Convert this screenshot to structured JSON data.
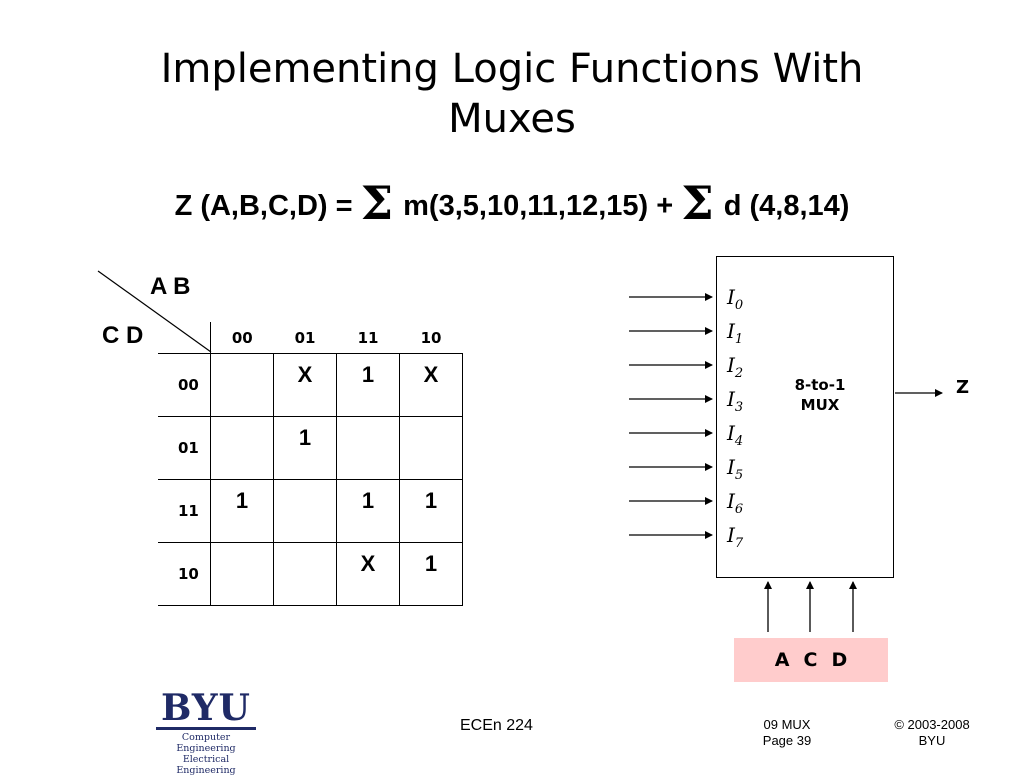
{
  "slide": {
    "title_line1": "Implementing Logic Functions With",
    "title_line2": "Muxes"
  },
  "equation": {
    "lhs": "Z (A,B,C,D) =",
    "sigma": "Σ",
    "minterms": "m(3,5,10,11,12,15) +",
    "dontcares": "d (4,8,14)"
  },
  "kmap": {
    "col_var_label": "A B",
    "row_var_label": "C D",
    "col_headers": [
      "00",
      "01",
      "11",
      "10"
    ],
    "row_headers": [
      "00",
      "01",
      "11",
      "10"
    ],
    "cells": [
      [
        "",
        "X",
        "1",
        "X"
      ],
      [
        "",
        "1",
        "",
        ""
      ],
      [
        "1",
        "",
        "1",
        "1"
      ],
      [
        "",
        "",
        "X",
        "1"
      ]
    ]
  },
  "mux": {
    "input_letter": "I",
    "input_indices": [
      "0",
      "1",
      "2",
      "3",
      "4",
      "5",
      "6",
      "7"
    ],
    "name_line1": "8-to-1",
    "name_line2": "MUX",
    "output": "Z",
    "selects": [
      "A",
      "C",
      "D"
    ],
    "select_bg": "#ffcccc"
  },
  "footer": {
    "logo_text": "BYU",
    "logo_sub1": "Computer Engineering",
    "logo_sub2": "Electrical Engineering",
    "course": "ECEn 224",
    "lecture": "09 MUX",
    "page": "Page 39",
    "copyright": "© 2003-2008",
    "org": "BYU",
    "brand_color": "#1f2a66"
  }
}
